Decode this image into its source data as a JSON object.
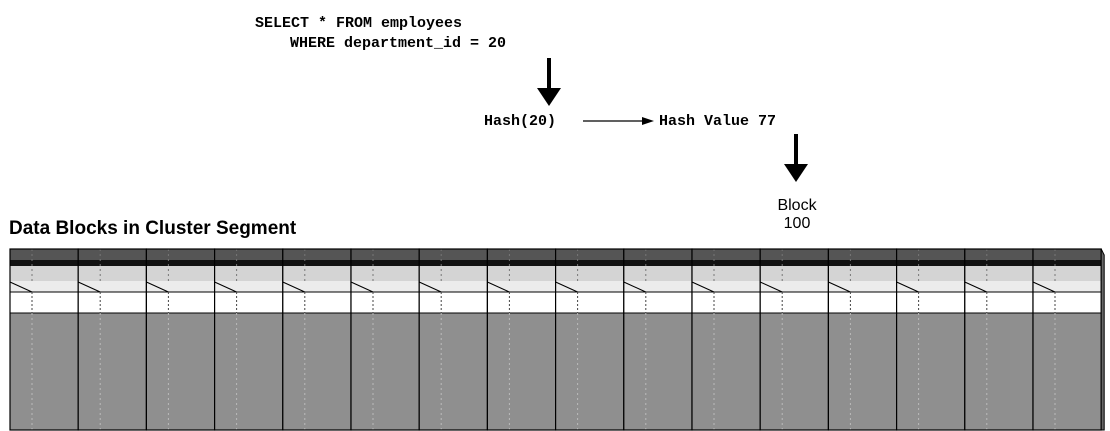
{
  "query": {
    "line1": "SELECT * FROM employees",
    "line2": "WHERE department_id = 20"
  },
  "hash": {
    "function_label": "Hash(20)",
    "value_label": "Hash Value 77"
  },
  "block": {
    "line1": "Block",
    "line2": "100"
  },
  "segment": {
    "title": "Data Blocks in Cluster Segment",
    "block_count": 16,
    "colors": {
      "header_dark": "#555555",
      "header_black": "#111111",
      "band_light": "#d4d4d4",
      "band_pale": "#ececec",
      "row_white": "#ffffff",
      "body_gray": "#8f8f8f",
      "border": "#000000",
      "dotted": "#bbbbbb"
    }
  }
}
